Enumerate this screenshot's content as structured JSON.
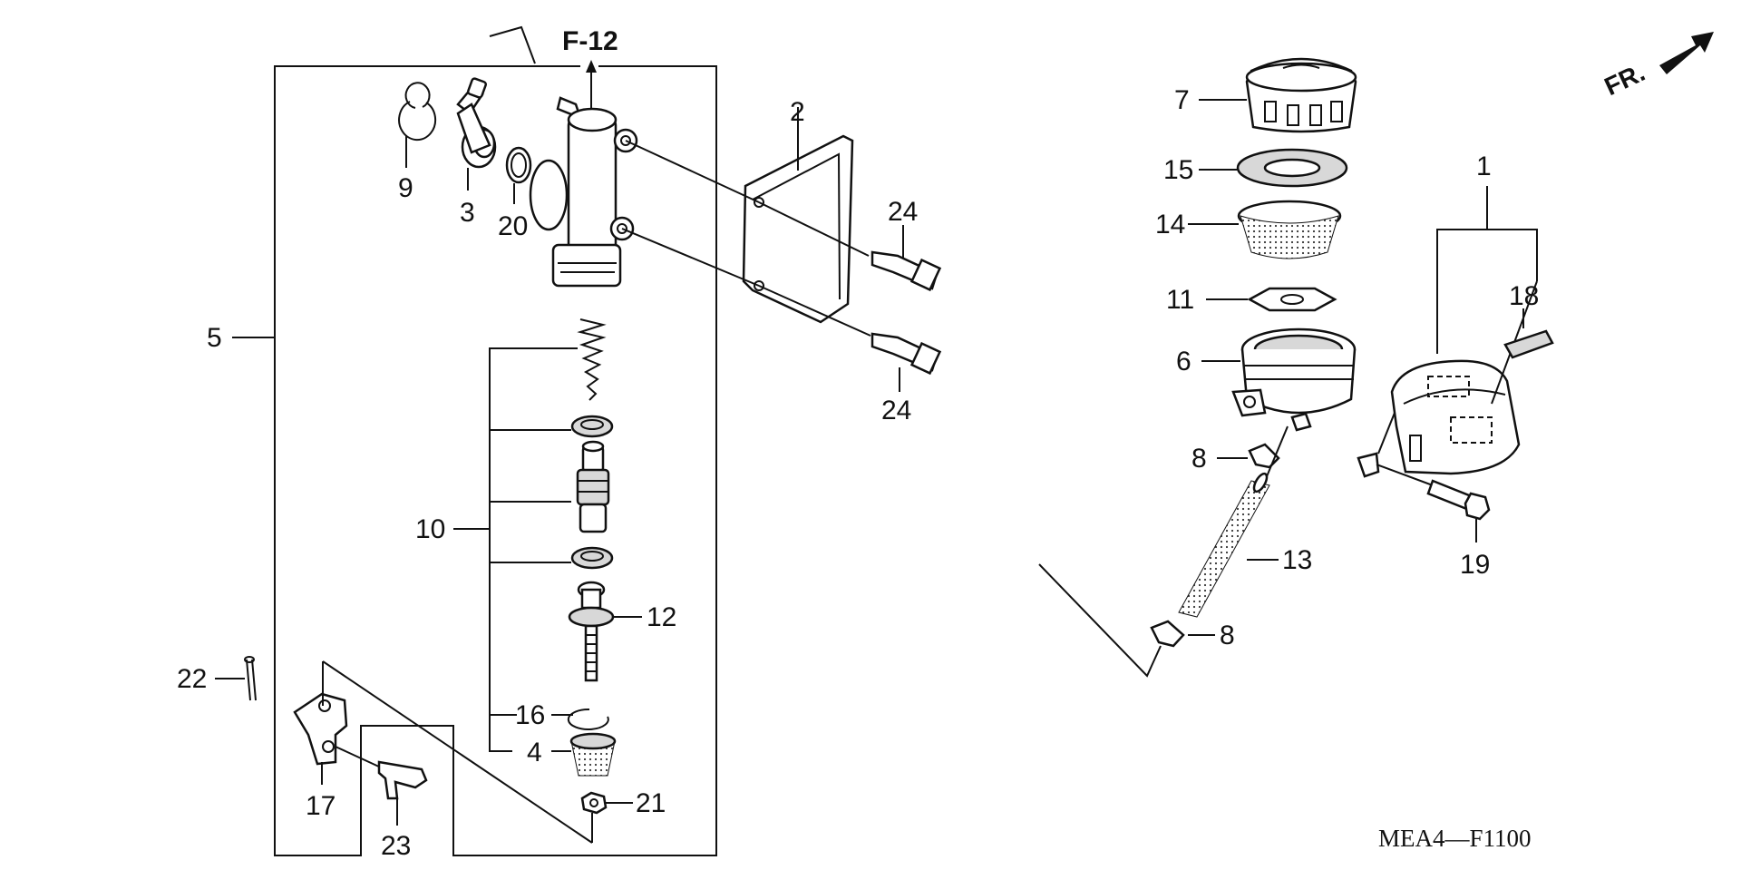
{
  "diagram": {
    "ref_label": "F-12",
    "front_label": "FR.",
    "code": "MEA4—F1100",
    "callouts": {
      "c1": "1",
      "c2": "2",
      "c3": "3",
      "c4": "4",
      "c5": "5",
      "c6": "6",
      "c7": "7",
      "c8a": "8",
      "c8b": "8",
      "c9": "9",
      "c10": "10",
      "c11": "11",
      "c12": "12",
      "c13": "13",
      "c14": "14",
      "c15": "15",
      "c16": "16",
      "c17": "17",
      "c18": "18",
      "c19": "19",
      "c20": "20",
      "c21": "21",
      "c22": "22",
      "c23": "23",
      "c24a": "24",
      "c24b": "24"
    }
  }
}
